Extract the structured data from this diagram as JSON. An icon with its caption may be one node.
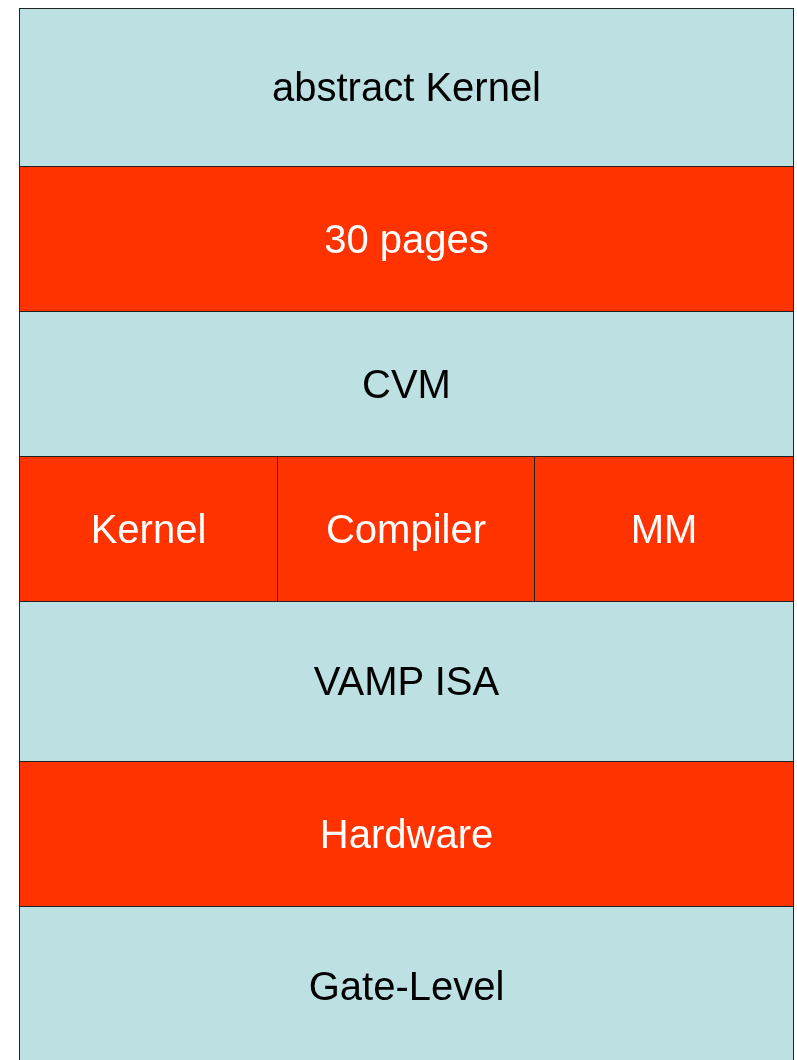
{
  "diagram": {
    "nodes": [
      {
        "text": [
          "abstract Kernel"
        ]
      },
      {
        "text": [
          "30 pages"
        ]
      },
      {
        "text": [
          "CVM"
        ]
      },
      {
        "text": [
          "Kernel"
        ]
      },
      {
        "text": [
          "Compiler"
        ]
      },
      {
        "text": [
          "MM"
        ]
      },
      {
        "text": [
          "VAMP ISA"
        ]
      },
      {
        "text": [
          "Hardware"
        ]
      },
      {
        "text": [
          "Gate-Level"
        ]
      }
    ]
  }
}
